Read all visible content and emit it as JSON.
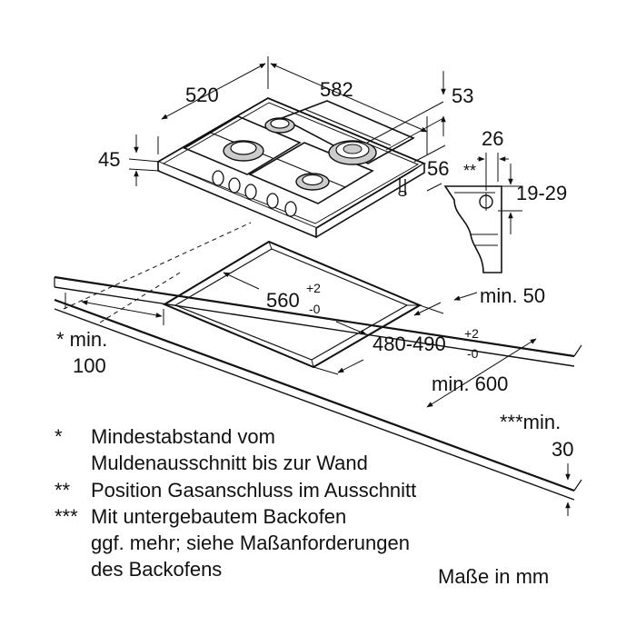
{
  "dimensions": {
    "depth_520": "520",
    "width_582": "582",
    "offset_53": "53",
    "height_45": "45",
    "offset_56": "56",
    "gas_26": "26",
    "gas_marker": "**",
    "gas_19_29": "19-29",
    "cutout_width": "560",
    "cutout_width_tol_plus": "+2",
    "cutout_width_tol_minus": "-0",
    "cutout_depth": "480-490",
    "cutout_depth_tol_plus": "+2",
    "cutout_depth_tol_minus": "-0",
    "min_front": "min. 50",
    "min_depth": "min. 600",
    "min_wall_line1": "* min.",
    "min_wall_line2": "100",
    "min_oven_line1": "***min.",
    "min_oven_line2": "30"
  },
  "legend": [
    {
      "mark": "*",
      "lines": [
        "Mindestabstand vom",
        "Muldenausschnitt bis zur Wand"
      ]
    },
    {
      "mark": "**",
      "lines": [
        "Position Gasanschluss im Ausschnitt"
      ]
    },
    {
      "mark": "***",
      "lines": [
        "Mit untergebautem Backofen",
        "ggf. mehr; siehe Maßanforderungen",
        "des Backofens"
      ]
    }
  ],
  "units_note": "Maße in mm"
}
